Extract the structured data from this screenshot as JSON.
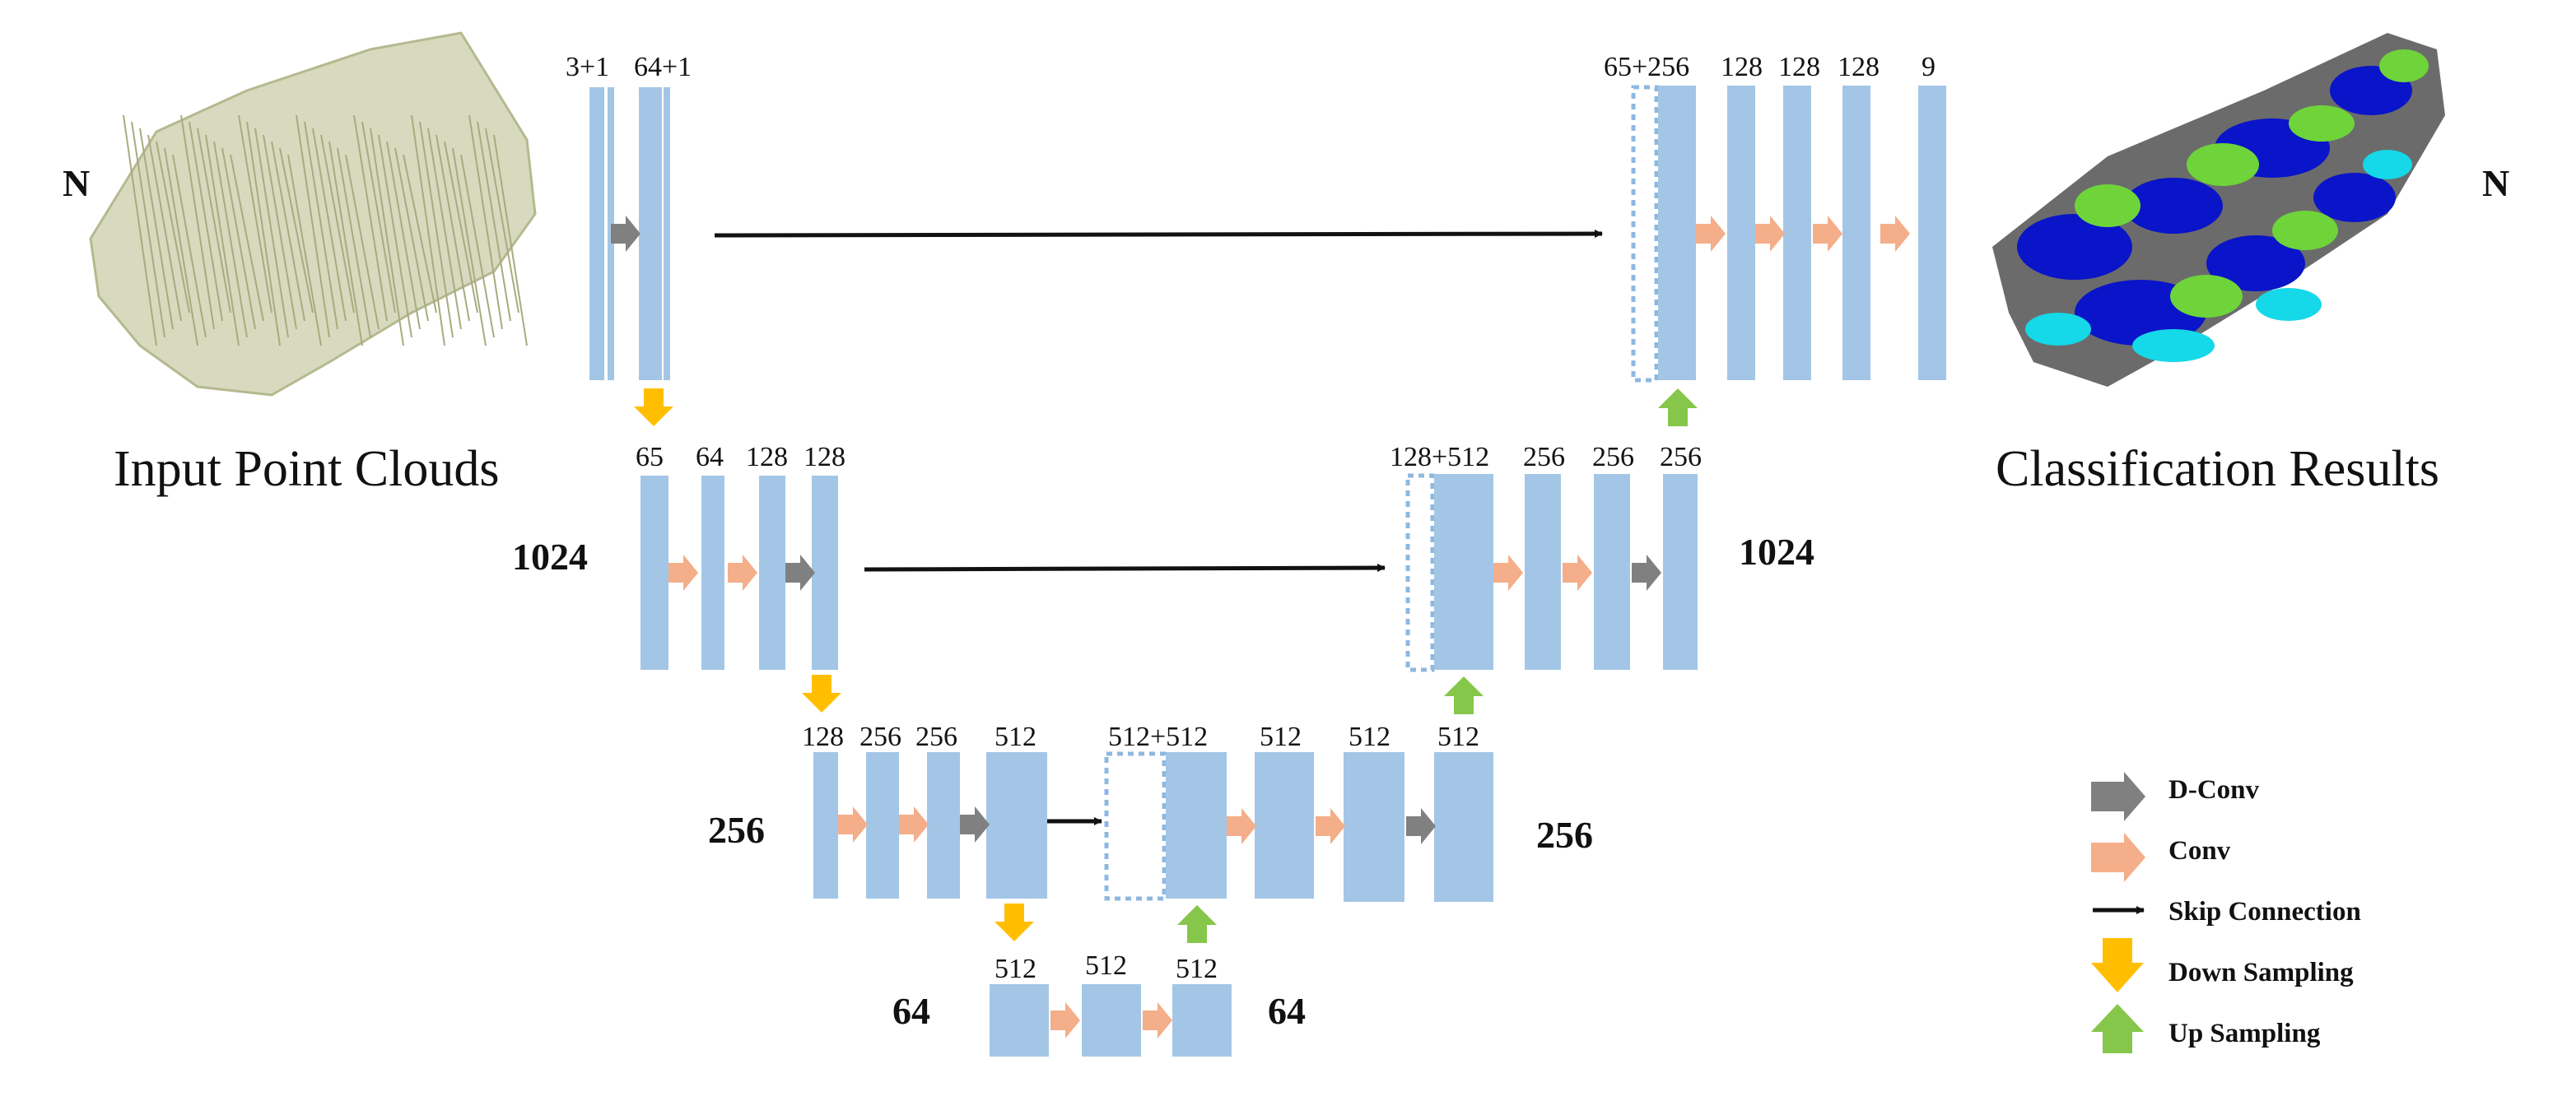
{
  "labels": {
    "enc0_a": "3+1",
    "enc0_b": "64+1",
    "enc1_a": "65",
    "enc1_b": "64",
    "enc1_c": "128",
    "enc1_d": "128",
    "enc2_a": "128",
    "enc2_b": "256",
    "enc2_c": "256",
    "enc2_d": "512",
    "bott_a": "512",
    "bott_b": "512",
    "bott_c": "512",
    "dec2_a": "512+512",
    "dec2_b": "512",
    "dec2_c": "512",
    "dec2_d": "512",
    "dec1_a": "128+512",
    "dec1_b": "256",
    "dec1_c": "256",
    "dec1_d": "256",
    "dec0_a": "65+256",
    "dec0_b": "128",
    "dec0_c": "128",
    "dec0_d": "128",
    "dec0_e": "9"
  },
  "counts": {
    "n_left": "N",
    "n_right": "N",
    "c1024_left": "1024",
    "c1024_right": "1024",
    "c256_left": "256",
    "c256_right": "256",
    "c64_left": "64",
    "c64_right": "64"
  },
  "titles": {
    "input": "Input Point Clouds",
    "output": "Classification Results"
  },
  "legend": {
    "dconv": "D-Conv",
    "conv": "Conv",
    "skip": "Skip Connection",
    "down": "Down Sampling",
    "up": "Up Sampling"
  },
  "colors": {
    "block": "#a4c6e6",
    "dconv_arrow": "#808080",
    "conv_arrow": "#f4ae8a",
    "down_arrow": "#ffbf00",
    "up_arrow": "#86c64a",
    "input_cloud": "#b5b98f",
    "class_building": "#0a14c8",
    "class_tree": "#6ed43a",
    "class_ground": "#6b6b6b",
    "class_low_veg": "#15d8e8"
  }
}
